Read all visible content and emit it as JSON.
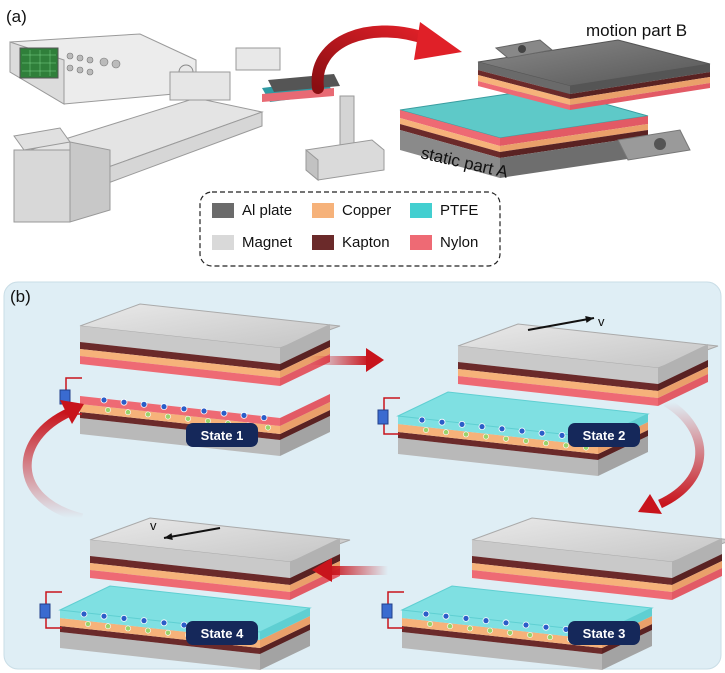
{
  "panel_a": {
    "label": "(a)",
    "motion_label": "motion part B",
    "static_label": "static part A",
    "legend": [
      {
        "name": "Al plate",
        "color": "#6b6b6b"
      },
      {
        "name": "Copper",
        "color": "#f6b27a"
      },
      {
        "name": "PTFE",
        "color": "#43cfd0"
      },
      {
        "name": "Magnet",
        "color": "#d9d9d9"
      },
      {
        "name": "Kapton",
        "color": "#6b2a2a"
      },
      {
        "name": "Nylon",
        "color": "#ee6a74"
      }
    ]
  },
  "panel_b": {
    "label": "(b)",
    "background": "#dfeef5",
    "badge_color": "#15285a",
    "states": [
      {
        "label": "State 1"
      },
      {
        "label": "State 2",
        "velocity_label": "v"
      },
      {
        "label": "State 3"
      },
      {
        "label": "State 4",
        "velocity_label": "v"
      }
    ]
  },
  "colors": {
    "arrow": "#c8141c",
    "aluminum": "#bdbdbd",
    "kapton": "#6b2a2a",
    "copper": "#f6b27a",
    "nylon": "#ee6a74",
    "ptfe": "#7fe0e2",
    "magnet": "#cfcfcf"
  }
}
